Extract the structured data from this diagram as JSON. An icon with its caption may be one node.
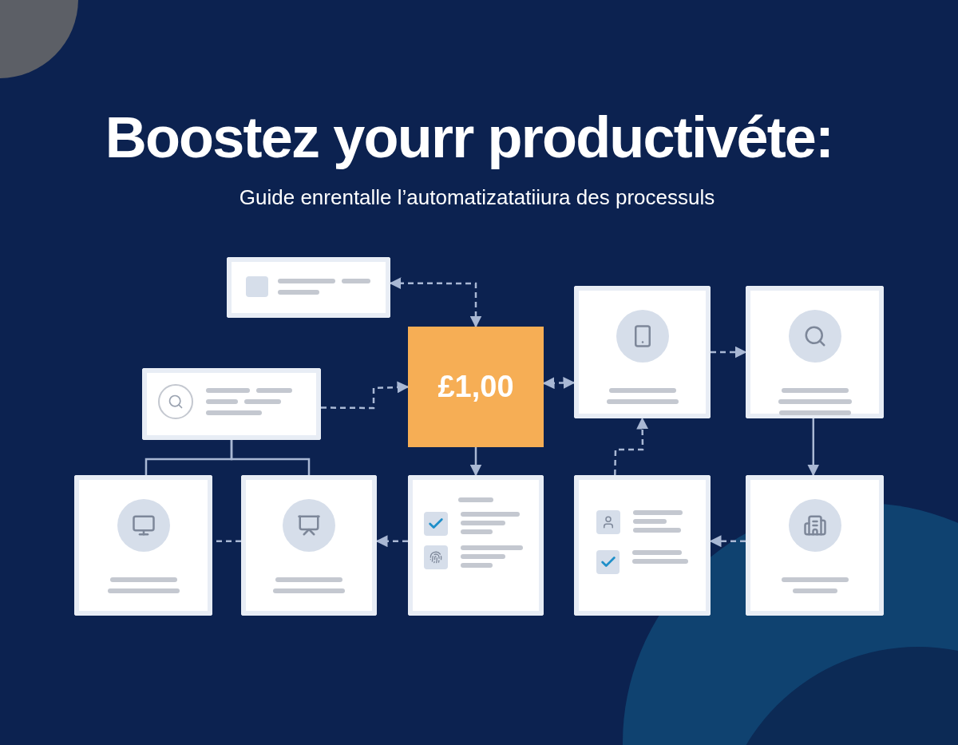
{
  "diagram": {
    "title": "Boostez yourr productivéte:",
    "nodes": [
      {
        "text": [],
        "shape": "box"
      },
      {
        "text": [],
        "shape": "box"
      },
      {
        "text": [
          "£1,00"
        ]
      },
      {
        "text": [],
        "shape": "box"
      },
      {
        "text": [],
        "shape": "box"
      },
      {
        "text": [],
        "shape": "box"
      },
      {
        "text": [],
        "shape": "box"
      },
      {
        "text": [],
        "shape": "box"
      },
      {
        "text": [],
        "shape": "box"
      },
      {
        "text": [],
        "shape": "box"
      }
    ],
    "edges": [
      {
        "from": 2,
        "to": 0,
        "arrow": "both",
        "style": "dashed"
      },
      {
        "from": 1,
        "to": 2,
        "arrow": "to",
        "style": "dashed"
      },
      {
        "from": 3,
        "to": 2,
        "arrow": "both",
        "style": "dashed"
      },
      {
        "from": 3,
        "to": 4,
        "arrow": "to",
        "style": "dashed"
      },
      {
        "from": 4,
        "to": 9,
        "arrow": "to"
      },
      {
        "from": 9,
        "to": 8,
        "arrow": "to",
        "style": "dashed"
      },
      {
        "from": 8,
        "to": 3,
        "arrow": "to",
        "style": "dashed"
      },
      {
        "from": 2,
        "to": 7,
        "arrow": "to"
      },
      {
        "from": 7,
        "to": 6,
        "arrow": "to",
        "style": "dashed"
      },
      {
        "from": 6,
        "to": 5,
        "arrow": "none",
        "style": "dashed"
      },
      {
        "from": 1,
        "to": 5,
        "arrow": "none"
      },
      {
        "from": 1,
        "to": 6,
        "arrow": "none"
      }
    ],
    "labels": [
      "Guide enrentalle l’automatizatatiiura des processuls"
    ]
  }
}
